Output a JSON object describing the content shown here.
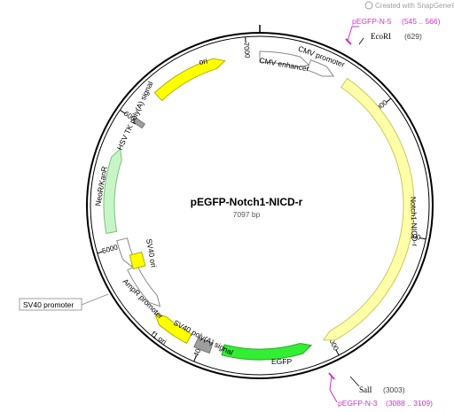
{
  "watermark": {
    "text": "Created with SnapGene®",
    "icon": "snapgene-logo-icon",
    "color": "#9e9e9e"
  },
  "plasmid": {
    "name": "pEGFP-Notch1-NICD-r",
    "length": "7097 bp",
    "total_bp": 7097
  },
  "tick_labels": [
    "1000",
    "2000",
    "3000",
    "4000",
    "5000",
    "6000",
    "7000"
  ],
  "features": [
    {
      "name": "CMV enhancer",
      "start": 0,
      "end": 380,
      "fill": "#ffffff",
      "stroke": "#888888"
    },
    {
      "name": "CMV promoter",
      "start": 380,
      "end": 585,
      "fill": "#ffffff",
      "stroke": "#888888"
    },
    {
      "name": "Notch1-NICD-r",
      "start": 680,
      "end": 3050,
      "fill": "#ffffa8",
      "stroke": "#c8c860"
    },
    {
      "name": "EGFP",
      "start": 3150,
      "end": 3830,
      "fill": "#33ee33",
      "stroke": "#22aa22"
    },
    {
      "name": "SV40 poly(A) signal",
      "start": 3920,
      "end": 4040,
      "fill": "#9e9e9e",
      "stroke": "#777777"
    },
    {
      "name": "f1 ori",
      "start": 4100,
      "end": 4420,
      "fill": "#ffff00",
      "stroke": "#b0b000"
    },
    {
      "name": "AmpR promoter",
      "start": 4430,
      "end": 4810,
      "fill": "#ffffff",
      "stroke": "#888888"
    },
    {
      "name": "SV40 promoter",
      "start": 4820,
      "end": 5050,
      "fill": "#ffffff",
      "stroke": "#888888"
    },
    {
      "name": "NeoR/KanR",
      "start": 5120,
      "end": 5760,
      "fill": "#c8f5c8",
      "stroke": "#7ac07a"
    },
    {
      "name": "HSV TK poly(A) signal",
      "start": 5980,
      "end": 6020,
      "fill": "#9e9e9e",
      "stroke": "#777777"
    },
    {
      "name": "ori",
      "start": 6250,
      "end": 6830,
      "fill": "#ffff00",
      "stroke": "#b0b000"
    },
    {
      "name": "SV40 ori",
      "start": 5000,
      "end": 5136,
      "fill": "#ffff00",
      "stroke": "#b0b000"
    }
  ],
  "sites": [
    {
      "name": "pEGFP-N-5",
      "range": "(545 .. 566)",
      "color": "#cc33cc"
    },
    {
      "name": "EcoRI",
      "position": "(629)",
      "color": "#000000"
    },
    {
      "name": "SalI",
      "position": "(3003)",
      "color": "#000000"
    },
    {
      "name": "pEGFP-N-3",
      "range": "(3088 .. 3109)",
      "color": "#cc33cc"
    }
  ]
}
